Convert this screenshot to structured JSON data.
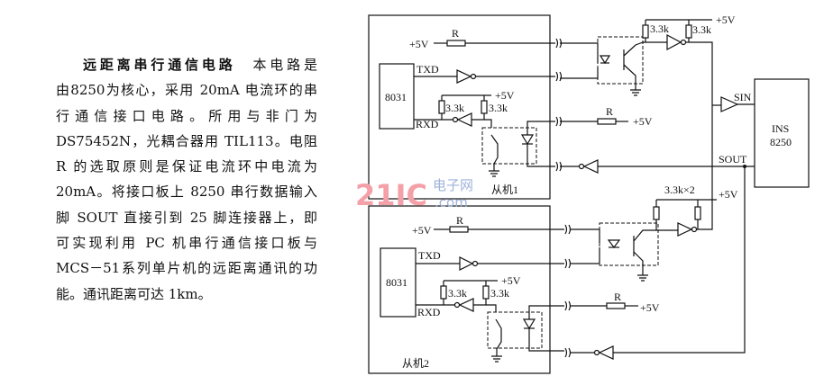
{
  "text": {
    "title": "远距离串行通信电路",
    "lines": [
      "本电路是",
      "由8250为核心，采用 20mA 电流环的串",
      "行通信接口电路。所用与非门为",
      "DS75452N，光耦合器用 TIL113。电阻",
      "R 的选取原则是保证电流环中电流为",
      "20mA。将接口板上 8250 串行数据输入",
      "脚 SOUT 直接引到 25 脚连接器上，即",
      "可实现利用 PC 机串行通信接口板与",
      "MCS－51系列单片机的远距离通讯的功",
      "能。通讯距离可达 1km。"
    ]
  },
  "diagram": {
    "slave1": {
      "name": "从机1",
      "mcu": "8031",
      "txd": "TXD",
      "rxd": "RXD",
      "vcc": "+5V",
      "r": "R",
      "r1": "3.3k",
      "r2": "3.3k",
      "vcc2": "+5V",
      "r_ret": "R",
      "vcc_ret": "+5V"
    },
    "slave2": {
      "name": "从机2",
      "mcu": "8031",
      "txd": "TXD",
      "rxd": "RXD",
      "vcc": "+5V",
      "r": "R",
      "r1": "3.3k",
      "r2": "3.3k",
      "vcc2": "+5V",
      "r_ret": "R",
      "vcc_ret": "+5V"
    },
    "host": {
      "chip_line1": "INS",
      "chip_line2": "8250",
      "sin": "SIN",
      "sout": "SOUT",
      "r_top1": "3.3k",
      "r_top2": "3.3k",
      "vcc_top": "+5V",
      "r_pair": "3.3k×2",
      "vcc_mid": "+5V"
    }
  },
  "watermark": {
    "brand": "21IC",
    "cn": "电子网",
    "domain": ".com"
  }
}
